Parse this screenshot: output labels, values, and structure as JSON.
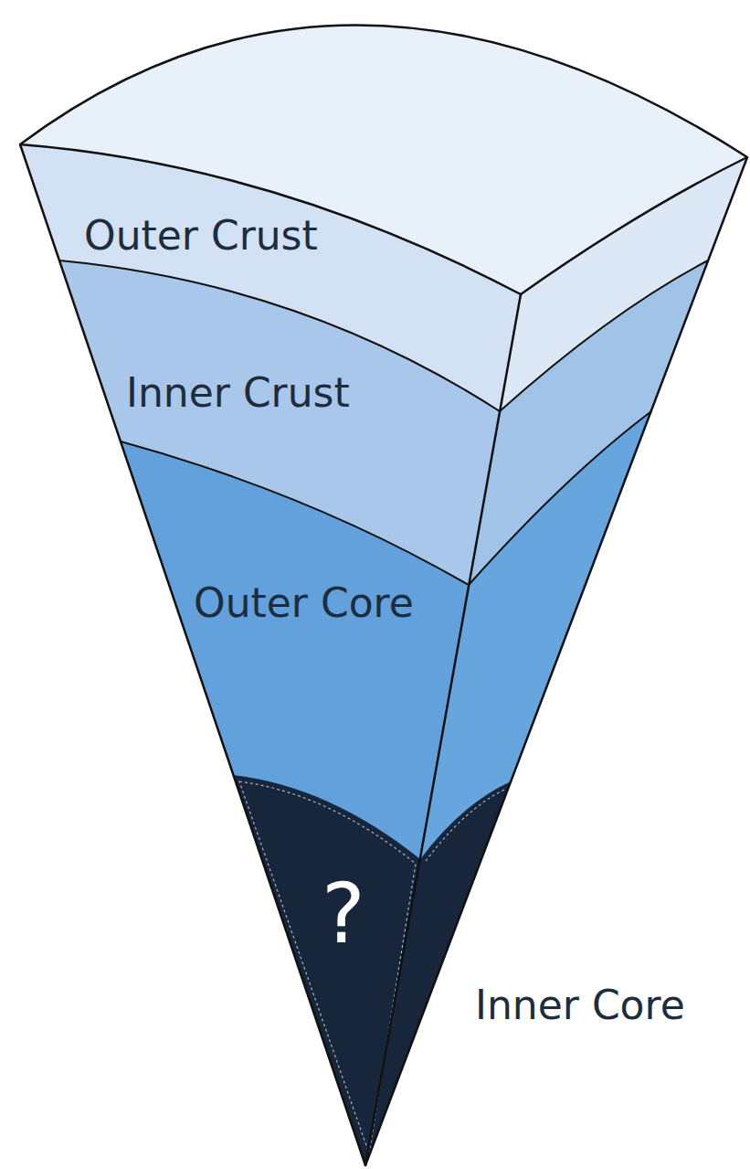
{
  "diagram": {
    "nodes": [
      {
        "text": [
          "Outer Crust"
        ]
      },
      {
        "text": [
          "Inner Crust"
        ]
      },
      {
        "text": [
          "Outer Core"
        ]
      },
      {
        "text": [
          "?",
          "Inner Core"
        ]
      }
    ]
  }
}
